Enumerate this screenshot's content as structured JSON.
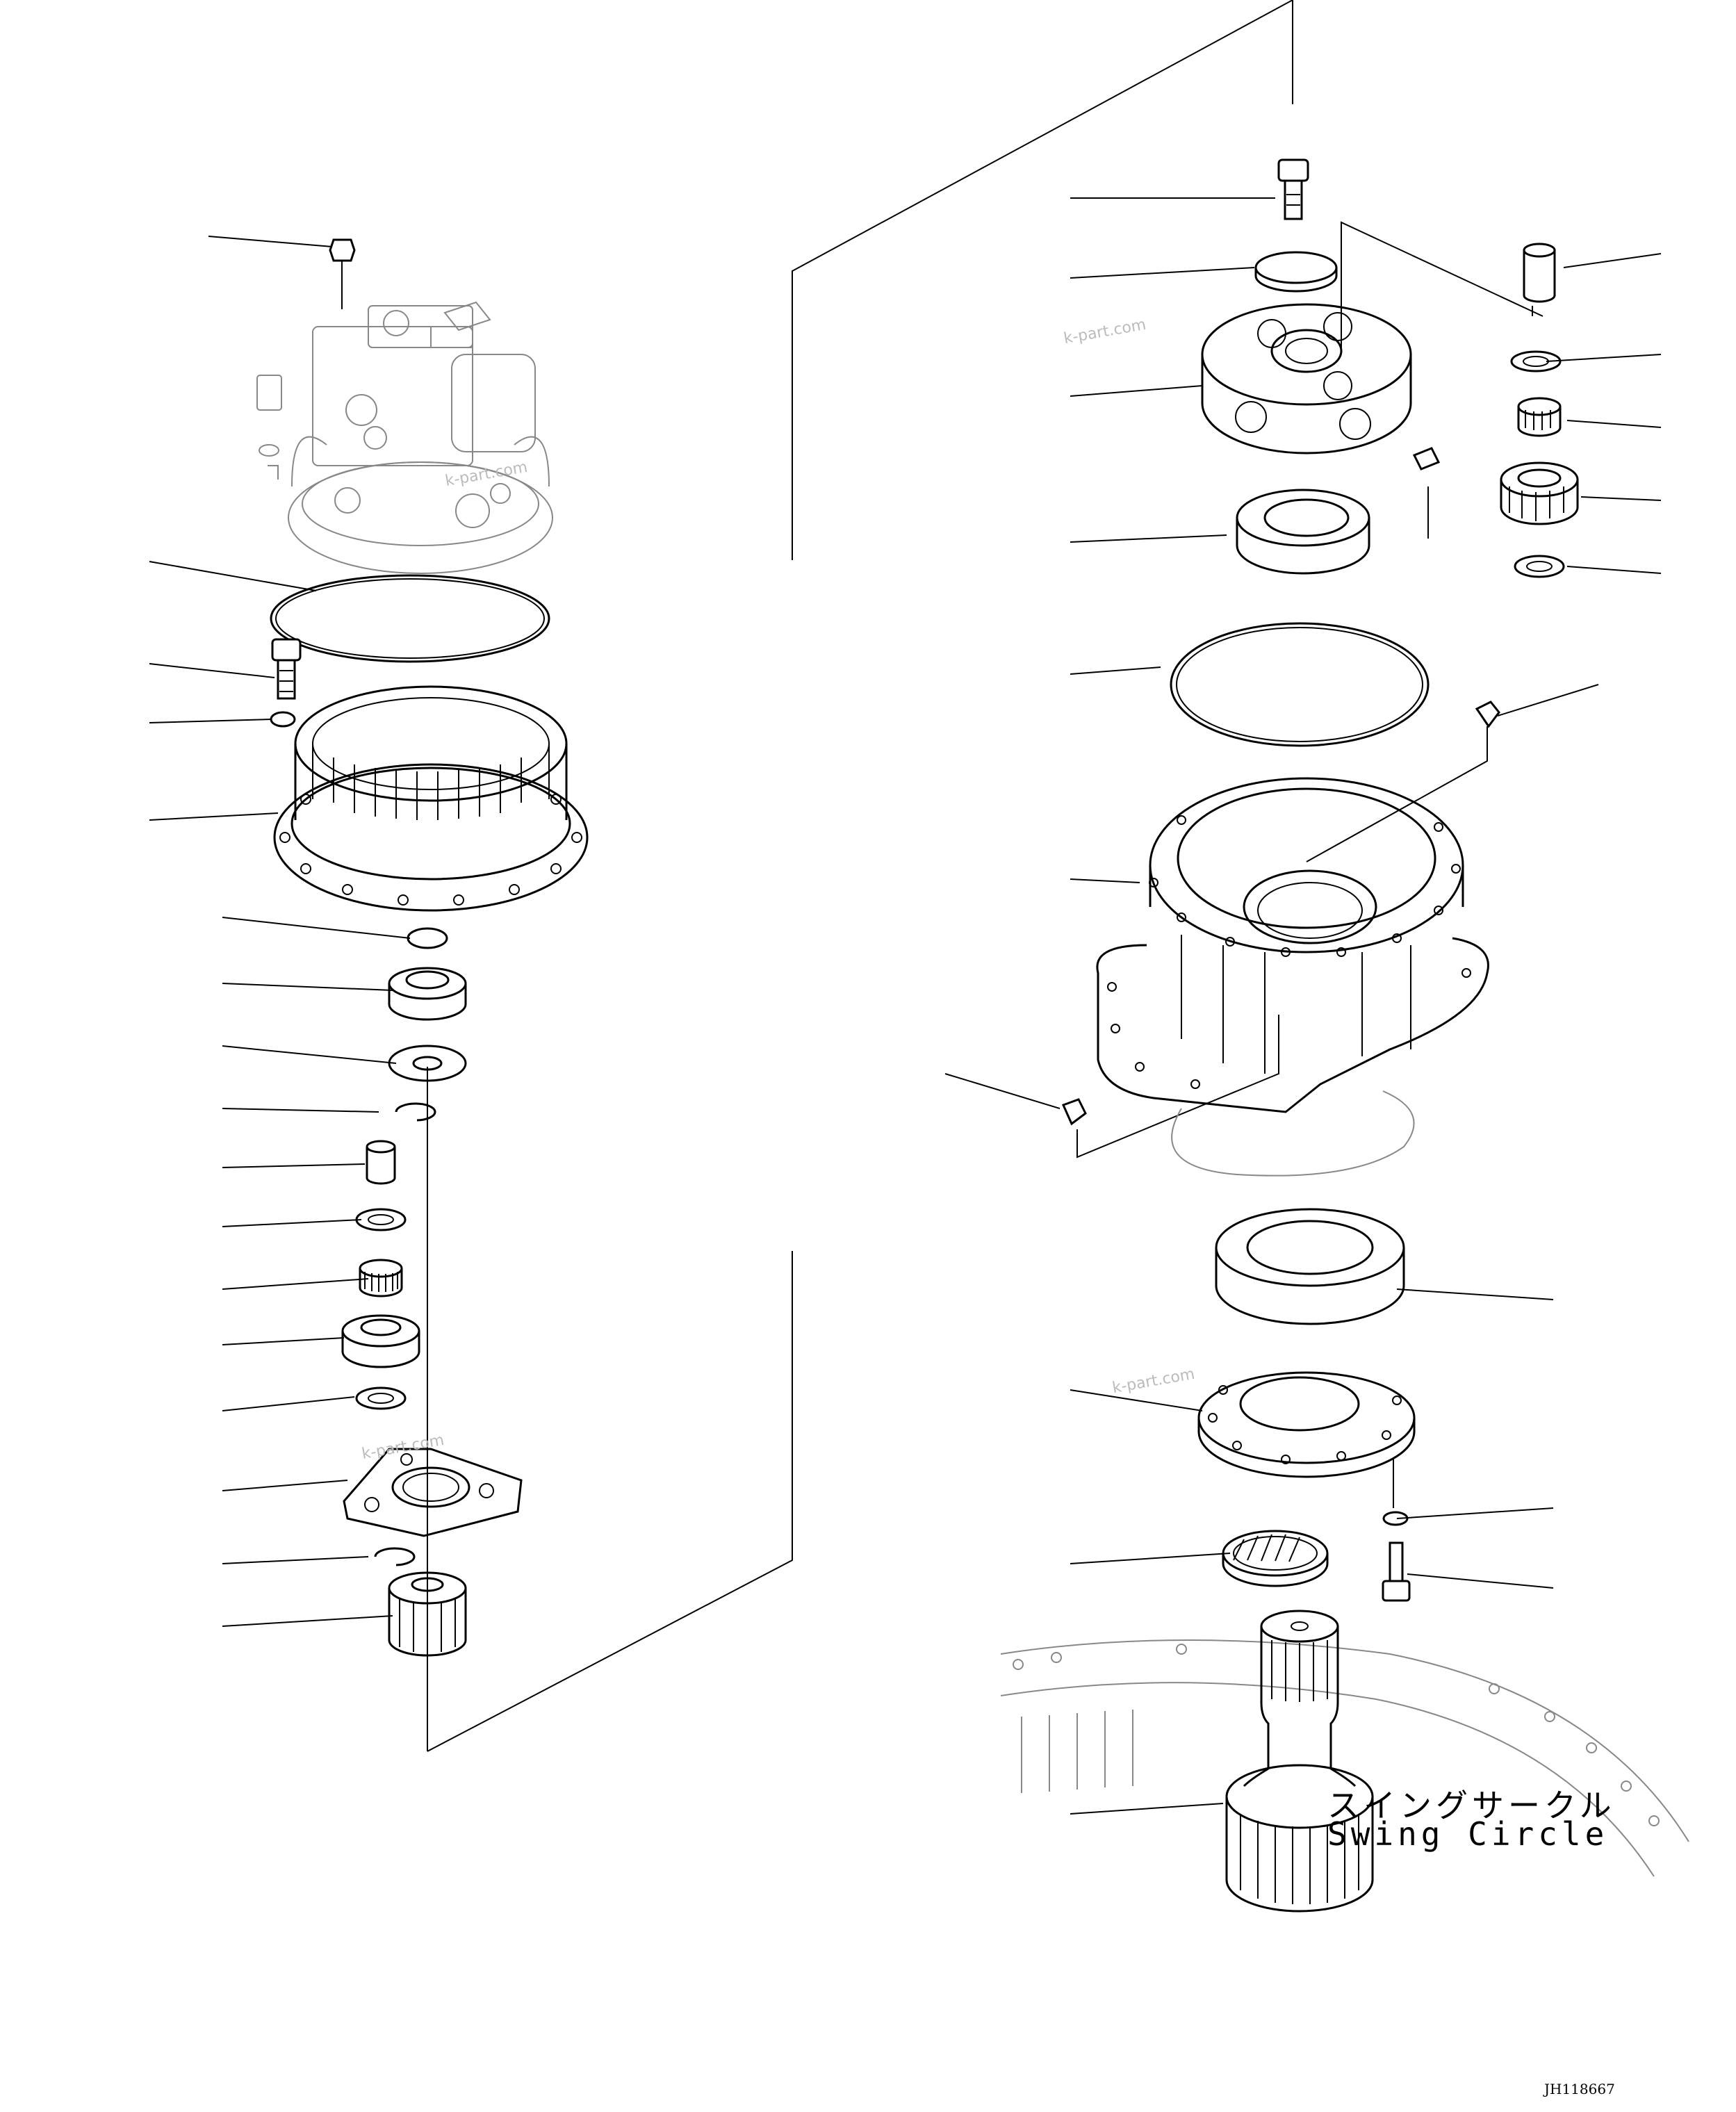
{
  "diagram": {
    "swing_circle_label_jp": "スイングサークル",
    "swing_circle_label_en": "Swing Circle",
    "drawing_number": "JH118667",
    "watermark": "k-part.com"
  }
}
